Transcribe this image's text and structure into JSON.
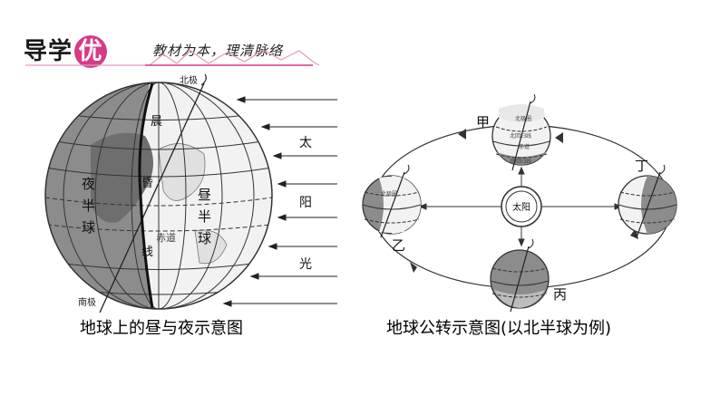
{
  "header": {
    "title_main": "导学",
    "title_highlight": "优",
    "subtitle": "教材为本，理清脉络"
  },
  "left_figure": {
    "north_pole": "北极",
    "south_pole": "南极",
    "terminator_chars": [
      "晨",
      "昏",
      "线"
    ],
    "night_chars": [
      "夜",
      "半",
      "球"
    ],
    "day_chars": [
      "昼",
      "半",
      "球"
    ],
    "equator": "赤道",
    "sunlight_chars": [
      "太",
      "阳",
      "光"
    ],
    "caption": "地球上的昼与夜示意图"
  },
  "right_figure": {
    "sun": "太阳",
    "positions": [
      "甲",
      "乙",
      "丙",
      "丁"
    ],
    "inner_labels": [
      "北极圈",
      "北回归线",
      "赤道",
      "南回归线"
    ],
    "caption": "地球公转示意图(以北半球为例)"
  },
  "colors": {
    "night_shade": "#8c8c8c",
    "brand_pink": "#d63b86"
  }
}
